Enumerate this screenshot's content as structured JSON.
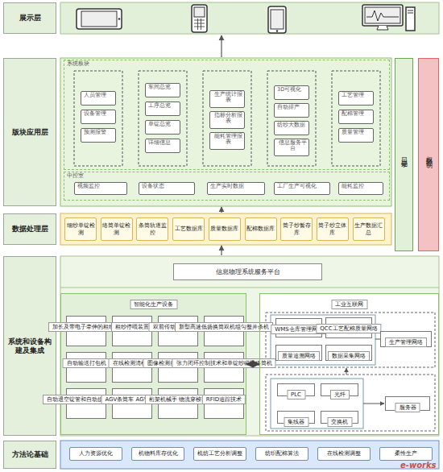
{
  "diagram": {
    "nodes": [
      {
        "text": [
          "展示层"
        ]
      },
      {
        "text": [
          "版块应用层"
        ]
      },
      {
        "text": [
          "系统板块"
        ]
      },
      {
        "text": [
          "人员管理"
        ],
        "in": 2
      },
      {
        "text": [
          "设备管理"
        ],
        "in": 2
      },
      {
        "text": [
          "预测报警"
        ],
        "in": 2
      },
      {
        "text": [
          "车间总览"
        ],
        "in": 2
      },
      {
        "text": [
          "工序总览"
        ],
        "in": 2
      },
      {
        "text": [
          "单锭总览"
        ],
        "in": 2
      },
      {
        "text": [
          "详细信息"
        ],
        "in": 2
      },
      {
        "text": [
          "生产统计报表"
        ],
        "in": 2
      },
      {
        "text": [
          "指标分析报表"
        ],
        "in": 2
      },
      {
        "text": [
          "能耗管理报表"
        ],
        "in": 2
      },
      {
        "text": [
          "3D可视化"
        ],
        "in": 2
      },
      {
        "text": [
          "自动排产"
        ],
        "in": 2
      },
      {
        "text": [
          "纺纱大数据"
        ],
        "in": 2
      },
      {
        "text": [
          "信息服务平台"
        ],
        "in": 2
      },
      {
        "text": [
          "工艺管理"
        ],
        "in": 2
      },
      {
        "text": [
          "配棉管理"
        ],
        "in": 2
      },
      {
        "text": [
          "质量管理"
        ],
        "in": 2
      },
      {
        "text": [
          "中控室"
        ]
      },
      {
        "text": [
          "视频监控"
        ],
        "in": 20
      },
      {
        "text": [
          "设备状态"
        ],
        "in": 20
      },
      {
        "text": [
          "生产实时数据"
        ],
        "in": 20
      },
      {
        "text": [
          "工厂生产可视化"
        ],
        "in": 20
      },
      {
        "text": [
          "能耗监控"
        ],
        "in": 20
      },
      {
        "text": [
          "日志记录"
        ]
      },
      {
        "text": [
          "权限控制"
        ]
      },
      {
        "text": [
          "数据处理层"
        ]
      },
      {
        "text": [
          "细纱单锭检测"
        ]
      },
      {
        "text": [
          "络筒单锭检测"
        ]
      },
      {
        "text": [
          "条筒轨道监控"
        ]
      },
      {
        "text": [
          "工艺数据库"
        ]
      },
      {
        "text": [
          "质量数据库"
        ]
      },
      {
        "text": [
          "配棉数据库"
        ]
      },
      {
        "text": [
          "筒子纱暂存库"
        ]
      },
      {
        "text": [
          "筒子纱立体库"
        ]
      },
      {
        "text": [
          "生产数据汇总"
        ]
      },
      {
        "text": [
          "系统和设备构建及集成"
        ]
      },
      {
        "text": [
          "信息物理系统服务平台"
        ]
      },
      {
        "text": [
          "智能化生产设备"
        ]
      },
      {
        "text": [
          "加长及带电子牵伸的粗纱机"
        ],
        "in": 40
      },
      {
        "text": [
          "粗纱停喂装置"
        ],
        "in": 40
      },
      {
        "text": [
          "双前传动节能细纱机"
        ],
        "in": 40
      },
      {
        "text": [
          "新型高速低扬换筒双机组匀整并条机"
        ],
        "in": 40
      },
      {
        "text": [
          "自动输送打包机"
        ],
        "in": 40
      },
      {
        "text": [
          "在线检测清梳联"
        ],
        "in": 40
      },
      {
        "text": [
          "图像检测自动报警异纤机"
        ],
        "in": 40
      },
      {
        "text": [
          "张力闭环控制技术和单锭纱磁吸络筒机"
        ],
        "in": 40
      },
      {
        "text": [
          "自动退空锭管和自动接卷精梳机"
        ],
        "in": 40
      },
      {
        "text": [
          "AGV条筒车 AGV叉车"
        ],
        "in": 40
      },
      {
        "text": [
          "桁架机械手 物流穿梭车"
        ],
        "in": 40
      },
      {
        "text": [
          "RFID追踪技术"
        ],
        "in": 40
      },
      {
        "text": [
          "工业互联网"
        ]
      },
      {
        "text": [
          "WMS仓库管理网络"
        ],
        "in": 53
      },
      {
        "text": [
          "QCC工艺配棉质量网络"
        ],
        "in": 53
      },
      {
        "text": [
          "生产管理网络"
        ],
        "in": 53
      },
      {
        "text": [
          "质量追溯网络"
        ],
        "in": 53
      },
      {
        "text": [
          "数据采集网络"
        ],
        "in": 53
      },
      {
        "text": [
          "PLC"
        ],
        "in": 53
      },
      {
        "text": [
          "光纤"
        ],
        "in": 53
      },
      {
        "text": [
          "集线器"
        ],
        "in": 53
      },
      {
        "text": [
          "交换机"
        ],
        "in": 53
      },
      {
        "text": [
          "服务器"
        ],
        "in": 53
      },
      {
        "text": [
          "方法论基础"
        ]
      },
      {
        "text": [
          "人力资源优化"
        ]
      },
      {
        "text": [
          "机物料库存优化"
        ]
      },
      {
        "text": [
          "梳纺工艺分析调整"
        ]
      },
      {
        "text": [
          "纺织配棉算法"
        ]
      },
      {
        "text": [
          "在线检测调整"
        ]
      },
      {
        "text": [
          "柔性生产"
        ]
      }
    ],
    "edges": [
      {
        "from": 40,
        "to": 53,
        "arrow": "both"
      }
    ],
    "labels": [
      "e-works"
    ]
  }
}
